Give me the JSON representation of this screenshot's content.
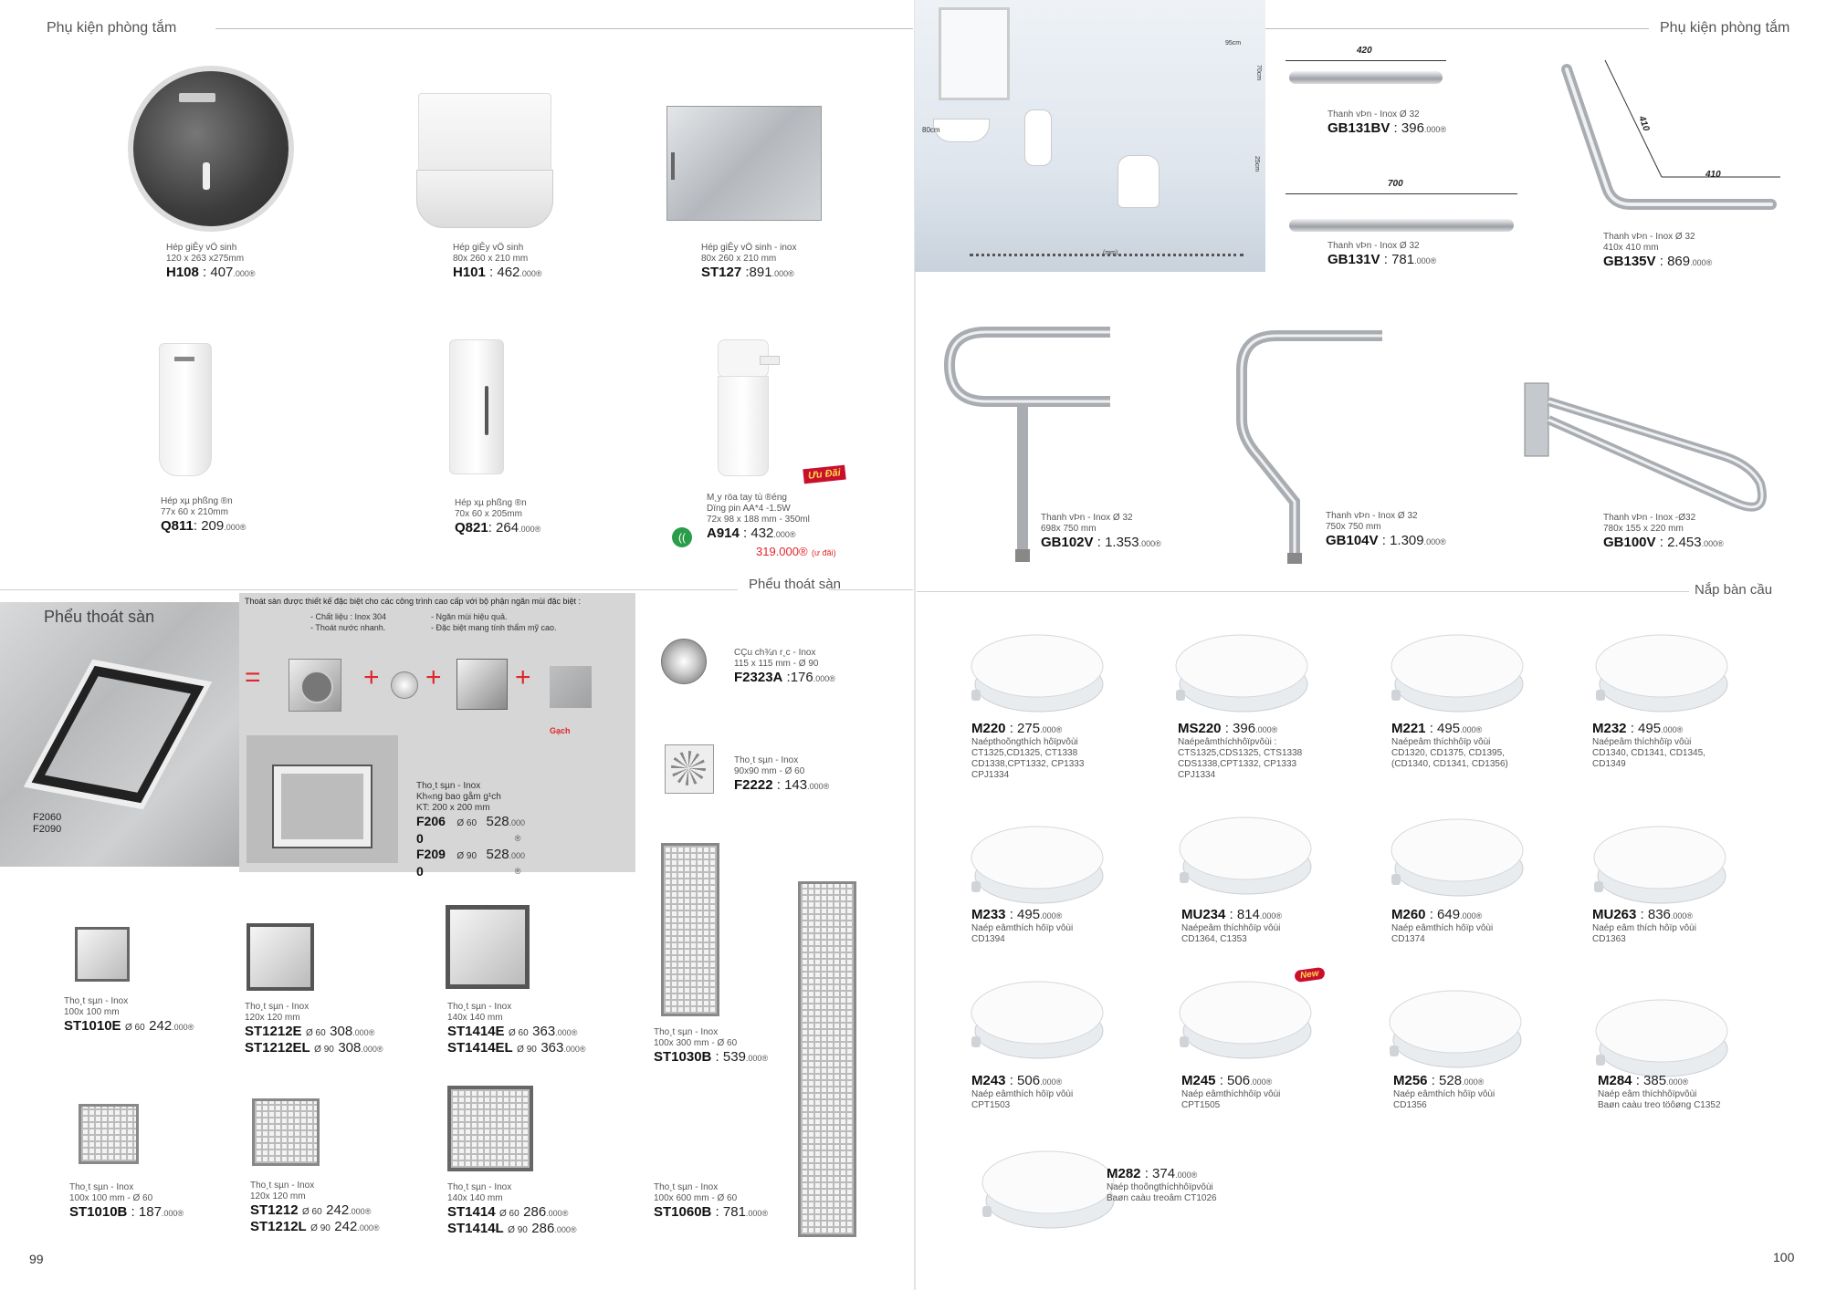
{
  "left_page": {
    "header": "Phụ kiện phòng tắm",
    "page_number": "99",
    "row1": [
      {
        "desc1": "Hép giÊy vÖ sinh",
        "desc2": "120 x 263 x275mm",
        "code": "H108",
        "sep": " : ",
        "price": "407",
        "suffix": ".000®"
      },
      {
        "desc1": "Hép giÊy vÖ sinh",
        "desc2": "80x 260 x 210 mm",
        "code": "H101",
        "sep": " : ",
        "price": "462",
        "suffix": ".000®"
      },
      {
        "desc1": "Hép giÊy vÖ sinh - inox",
        "desc2": "80x 260 x 210 mm",
        "code": "ST127",
        "sep": " :",
        "price": "891",
        "suffix": ".000®"
      }
    ],
    "row2": [
      {
        "desc1": "Hép xµ phßng ®­n",
        "desc2": "77x 60 x 210mm",
        "code": "Q811",
        "sep": ": ",
        "price": "209",
        "suffix": ".000®"
      },
      {
        "desc1": "Hép xµ phßng ®­n",
        "desc2": "70x 60 x 205mm",
        "code": "Q821",
        "sep": ": ",
        "price": "264",
        "suffix": ".000®"
      },
      {
        "desc1": "M¸y röa tay tù ®éng",
        "desc2": "Dïng pin AA*4 -1.5W",
        "desc3": "72x 98 x 188 mm - 350ml",
        "code": "A914",
        "sep": " : ",
        "price": "432",
        "suffix": ".000®",
        "promo_price": "319.000®",
        "promo_note": "(ư đãi)",
        "badge": "Ưu Đãi"
      }
    ],
    "drain_section": {
      "title": "Phểu thoát sàn",
      "banner_title": "Phểu thoát sàn",
      "intro": "Thoát sàn được thiết kế đặc biệt cho các công trình cao cấp với bộ phận ngăn mùi đặc biệt :",
      "bullets_left": [
        "- Chất liệu : Inox 304",
        "- Thoát nước nhanh."
      ],
      "bullets_right": [
        "- Ngăn mùi hiệu quả.",
        "- Đặc biệt mang tính thẩm mỹ cao."
      ],
      "material_bold": "Inox 304",
      "equal": "=",
      "plus": "+",
      "tile_label": "Gạch",
      "banner_codes": [
        "F2060",
        "F2090"
      ],
      "frame_desc1": "Tho¸t sµn - Inox",
      "frame_desc2": "Kh«ng bao gåm g¹ch",
      "frame_desc3": "KT: 200 x 200 mm",
      "frame_items": [
        {
          "code": "F206",
          "code2": "0",
          "dia": "Ø 60",
          "price": "528",
          "suffix": ".000",
          "mark": "®"
        },
        {
          "code": "F209",
          "code2": "0",
          "dia": "Ø 90",
          "price": "528",
          "suffix": ".000",
          "mark": "®"
        }
      ],
      "right_items": [
        {
          "desc1": "CÇu ch¾n r¸c - Inox",
          "desc2": "115 x 115 mm - Ø 90",
          "code": "F2323A",
          "sep": " :",
          "price": "176",
          "suffix": ".000®"
        },
        {
          "desc1": "Tho¸t sµn - Inox",
          "desc2": "90x90 mm - Ø 60",
          "code": "F2222",
          "sep": " : ",
          "price": "143",
          "suffix": ".000®"
        }
      ]
    },
    "floor_drains": [
      {
        "desc1": "Tho¸t sµn - Inox",
        "desc2": "100x 100 mm",
        "lines": [
          {
            "code": "ST1010E",
            "dia": "Ø 60",
            "price": "242",
            "suffix": ".000®"
          }
        ]
      },
      {
        "desc1": "Tho¸t sµn - Inox",
        "desc2": "120x 120 mm",
        "lines": [
          {
            "code": "ST1212E",
            "dia": "Ø 60",
            "price": "308",
            "suffix": ".000®"
          },
          {
            "code": "ST1212EL",
            "dia": "Ø 90",
            "price": "308",
            "suffix": ".000®"
          }
        ]
      },
      {
        "desc1": "Tho¸t sµn - Inox",
        "desc2": "140x 140 mm",
        "lines": [
          {
            "code": "ST1414E",
            "dia": "Ø 60",
            "price": "363",
            "suffix": ".000®"
          },
          {
            "code": "ST1414EL",
            "dia": "Ø 90",
            "price": "363",
            "suffix": ".000®"
          }
        ]
      },
      {
        "desc1": "Tho¸t sµn - Inox",
        "desc2": "100x 300 mm - Ø 60",
        "lines": [
          {
            "code": "ST1030B",
            "dia": " : ",
            "price": "539",
            "suffix": ".000®"
          }
        ]
      },
      {
        "desc1": "Tho¸t sµn - Inox",
        "desc2": "100x 100 mm - Ø 60",
        "lines": [
          {
            "code": "ST1010B",
            "dia": " : ",
            "price": "187",
            "suffix": ".000®"
          }
        ]
      },
      {
        "desc1": "Tho¸t sµn - Inox",
        "desc2": "120x 120 mm",
        "lines": [
          {
            "code": "ST1212",
            "dia": "Ø 60",
            "price": "242",
            "suffix": ".000®"
          },
          {
            "code": "ST1212L",
            "dia": "Ø 90",
            "price": "242",
            "suffix": ".000®"
          }
        ]
      },
      {
        "desc1": "Tho¸t sµn - Inox",
        "desc2": "140x 140 mm",
        "lines": [
          {
            "code": "ST1414",
            "dia": "Ø 60",
            "price": "286",
            "suffix": ".000®"
          },
          {
            "code": "ST1414L",
            "dia": "Ø 90",
            "price": "286",
            "suffix": ".000®"
          }
        ]
      },
      {
        "desc1": "Tho¸t sµn - Inox",
        "desc2": "100x 600 mm - Ø 60",
        "lines": [
          {
            "code": "ST1060B",
            "dia": " : ",
            "price": "781",
            "suffix": ".000®"
          }
        ]
      }
    ]
  },
  "right_page": {
    "header": "Phụ kiện phòng tắm",
    "page_number": "100",
    "photo_labels": {
      "h95": "95cm",
      "h70": "70cm",
      "h80": "80cm",
      "h25": "25cm",
      "w": "(mm)"
    },
    "grab_bars": [
      {
        "dim": "420",
        "desc": "Thanh vÞn - Inox Ø 32",
        "code": "GB131BV",
        "sep": " : ",
        "price": "396",
        "suffix": ".000®"
      },
      {
        "dim": "700",
        "desc": "Thanh vÞn - Inox Ø 32",
        "code": "GB131V",
        "sep": " : ",
        "price": "781",
        "suffix": ".000®"
      },
      {
        "dim": "410",
        "dim2": "410",
        "desc": "Thanh vÞn - Inox Ø 32",
        "desc2": "410x 410 mm",
        "code": "GB135V",
        "sep": " : ",
        "price": "869",
        "suffix": ".000®"
      }
    ],
    "support_bars": [
      {
        "desc": "Thanh vÞn - Inox Ø 32",
        "desc2": "698x 750 mm",
        "code": "GB102V",
        "sep": " :  ",
        "price": "1.353",
        "suffix": ".000®"
      },
      {
        "desc": "Thanh vÞn - Inox Ø 32",
        "desc2": "750x 750 mm",
        "code": "GB104V",
        "sep": " : ",
        "price": "1.309",
        "suffix": ".000®"
      },
      {
        "desc": "Thanh vÞn - Inox -Ø32",
        "desc2": "780x 155 x 220 mm",
        "code": "GB100V",
        "sep": " :  ",
        "price": "2.453",
        "suffix": ".000®"
      }
    ],
    "seats_title": "Nắp bàn cầu",
    "new_badge": "New",
    "seats": [
      {
        "code": "M220",
        "sep": " :  ",
        "price": "275",
        "suffix": ".000®",
        "lines": [
          "Naépthoõngthích hôïpvôùi",
          "CT1325,CD1325, CT1338",
          "CD1338,CPT1332, CP1333",
          "CPJ1334"
        ]
      },
      {
        "code": "MS220",
        "sep": " :  ",
        "price": "396",
        "suffix": ".000®",
        "lines": [
          "Naépeâmthíchhôïpvôùi :",
          "CTS1325,CDS1325, CTS1338",
          "CDS1338,CPT1332, CP1333",
          "CPJ1334"
        ]
      },
      {
        "code": "M221",
        "sep": " :  ",
        "price": "495",
        "suffix": ".000®",
        "lines": [
          "Naépeâm thíchhôïp vôùi",
          "CD1320, CD1375, CD1395,",
          "(CD1340, CD1341, CD1356)"
        ]
      },
      {
        "code": "M232",
        "sep": " :  ",
        "price": "495",
        "suffix": ".000®",
        "lines": [
          "Naépeâm thíchhôïp vôùi",
          "CD1340, CD1341, CD1345,",
          "CD1349"
        ]
      },
      {
        "code": "M233",
        "sep": " :  ",
        "price": "495",
        "suffix": ".000®",
        "lines": [
          "Naép eâmthích hôïp vôùi",
          "CD1394"
        ]
      },
      {
        "code": "MU234",
        "sep": " :  ",
        "price": "814",
        "suffix": ".000®",
        "lines": [
          "Naépeâm thíchhôïp vôùi",
          "CD1364, C1353"
        ]
      },
      {
        "code": "M260",
        "sep": " :  ",
        "price": "649",
        "suffix": ".000®",
        "lines": [
          "Naép eâmthích hôïp vôùi",
          "CD1374"
        ]
      },
      {
        "code": "MU263",
        "sep": " :  ",
        "price": "836",
        "suffix": ".000®",
        "lines": [
          "Naép eâm thích hôïp vôùi",
          "CD1363"
        ]
      },
      {
        "code": "M243",
        "sep": " :  ",
        "price": "506",
        "suffix": ".000®",
        "lines": [
          "Naép eâmthích hôïp vôùi",
          "CPT1503"
        ]
      },
      {
        "code": "M245",
        "sep": " :  ",
        "price": "506",
        "suffix": ".000®",
        "lines": [
          "Naép eâmthíchhôïp vôùi",
          "CPT1505"
        ]
      },
      {
        "code": "M256",
        "sep": " :  ",
        "price": "528",
        "suffix": ".000®",
        "lines": [
          "Naép eâmthích hôïp vôùi",
          "CD1356"
        ]
      },
      {
        "code": "M284",
        "sep": " :  ",
        "price": "385",
        "suffix": ".000®",
        "lines": [
          "Naép eâm thíchhôïpvôùi",
          "Baøn caàu treo töôøng C1352"
        ]
      },
      {
        "code": "M282",
        "sep": " :  ",
        "price": "374",
        "suffix": ".000®",
        "lines": [
          "Naép thoõngthíchhôïpvôùi",
          "Baøn caàu treoâm CT1026"
        ]
      }
    ],
    "colors": {
      "accent_red": "#e0262b",
      "badge_red": "#c8102e",
      "steel": "#b9bcc0"
    }
  }
}
